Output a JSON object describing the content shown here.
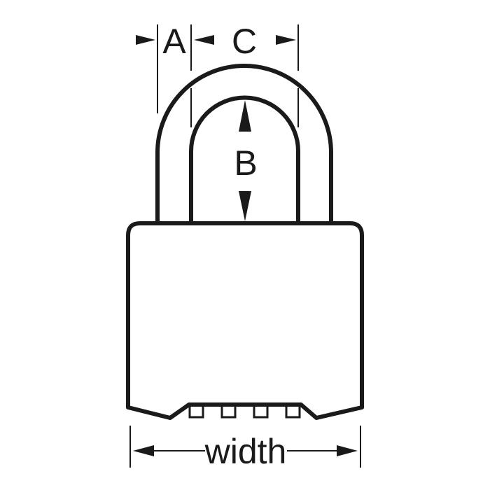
{
  "diagram": {
    "subject": "Combination padlock dimension diagram",
    "labels": {
      "a": "A",
      "b": "B",
      "c": "C",
      "width": "width"
    },
    "dial_count": 4,
    "colors": {
      "stroke": "#1a1a1a",
      "background": "#ffffff"
    }
  }
}
